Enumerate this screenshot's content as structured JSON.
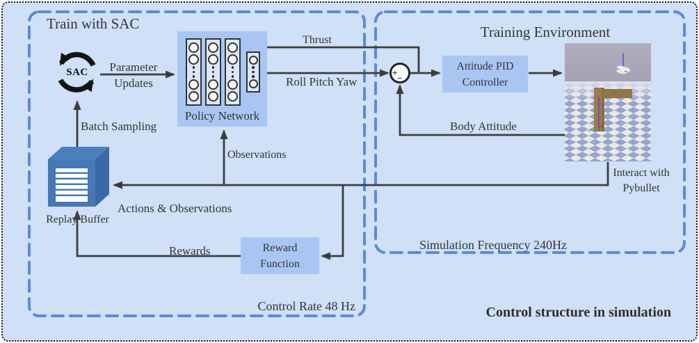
{
  "caption": "Control structure in simulation",
  "colors": {
    "canvas_bg": "#cfe0f7",
    "dashed_border": "#5a8bd8",
    "node_fill": "#a9c6f3",
    "edge_line": "#3d3d3d",
    "text": "#343434",
    "buffer_front": "#4678b6",
    "buffer_top": "#4b80be",
    "buffer_side": "#3a69a6",
    "sim_sky": "#a8a5b6",
    "sim_tile_blue": "#96a5cd",
    "sim_tile_white": "#e9e9e6"
  },
  "icons": {
    "sac_cycle": "circular-arrows-icon",
    "replay_buffer": "storage-box-icon",
    "sum_junction": "plus-minus-circle-icon",
    "sim_view": "pybullet-3d-scene"
  },
  "train_box": {
    "title": "Train with SAC",
    "footer": "Control Rate 48 Hz",
    "sac_label": "SAC",
    "policy_network_label": "Policy Network",
    "replay_buffer_label": "Replay Buffer",
    "reward_function": {
      "line1": "Reward",
      "line2": "Function"
    },
    "labels": {
      "parameter_line1": "Parameter",
      "parameter_line2": "Updates",
      "batch_sampling": "Batch Sampling",
      "observations": "Observations",
      "actions_observations": "Actions & Observations",
      "rewards": "Rewards",
      "thrust": "Thrust",
      "roll_pitch_yaw": "Roll Pitch Yaw"
    }
  },
  "env_box": {
    "title": "Training Environment",
    "footer": "Simulation Frequency 240Hz",
    "pid": {
      "line1": "Attitude PID",
      "line2": "Controller"
    },
    "sum": {
      "plus": "+",
      "minus": "−"
    },
    "labels": {
      "body_attitude": "Body Attitude",
      "interact_line1": "Interact with",
      "interact_line2": "Pybullet"
    }
  }
}
